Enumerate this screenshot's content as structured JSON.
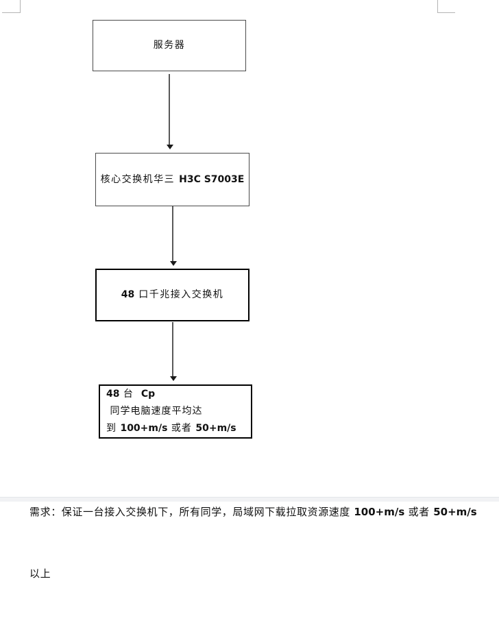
{
  "colors": {
    "page_background": "#ffffff",
    "box_border_light": "#4a4a4a",
    "box_border_dark": "#000000",
    "connector": "#585858",
    "boundary_mark": "#b3b3b3",
    "bottom_bar": "#f1f2f4"
  },
  "flowchart": {
    "server": {
      "label": "服务器"
    },
    "core_switch": {
      "segments": [
        "核心交换机华三 ",
        "H3C S7003E"
      ]
    },
    "access_switch": {
      "segments": [
        "48",
        " 口千兆接入交换机"
      ]
    },
    "clients": {
      "line1": [
        "48",
        " 台  ",
        "Cp",
        " 同学电脑速度平均达"
      ],
      "line2": [
        "到 ",
        "100+m/s",
        " 或者 ",
        "50+m/s"
      ]
    }
  },
  "note": {
    "line1": [
      "需求：保证一台接入交换机下，所有同学，局域网下载拉取资源速度 ",
      "100+m/s",
      " 或者 ",
      "50+m/s"
    ],
    "line2": "以上"
  }
}
